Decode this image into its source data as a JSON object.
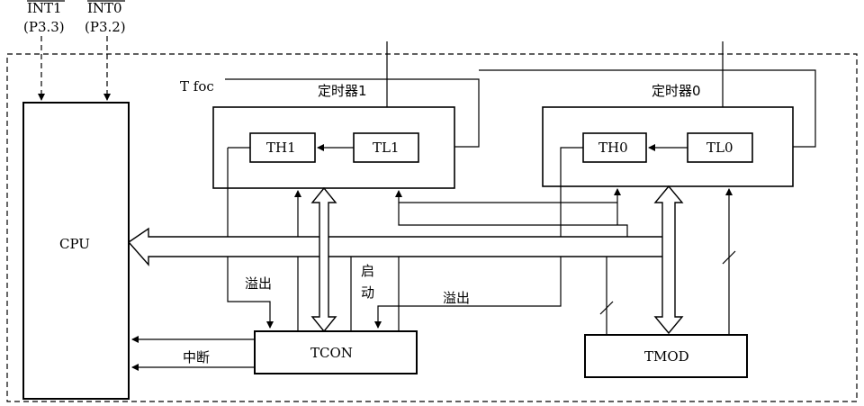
{
  "pins": {
    "int1": {
      "name": "INT1",
      "port": "(P3.3)"
    },
    "int0": {
      "name": "INT0",
      "port": "(P3.2)"
    }
  },
  "labels": {
    "clock": "T foc",
    "timer1": "定时器1",
    "timer0": "定时器0",
    "cpu": "CPU",
    "th1": "TH1",
    "tl1": "TL1",
    "th0": "TH0",
    "tl0": "TL0",
    "tcon": "TCON",
    "tmod": "TMOD",
    "overflow1": "溢出",
    "start_line1": "启",
    "start_line2": "动",
    "overflow0": "溢出",
    "interrupt": "中断"
  }
}
